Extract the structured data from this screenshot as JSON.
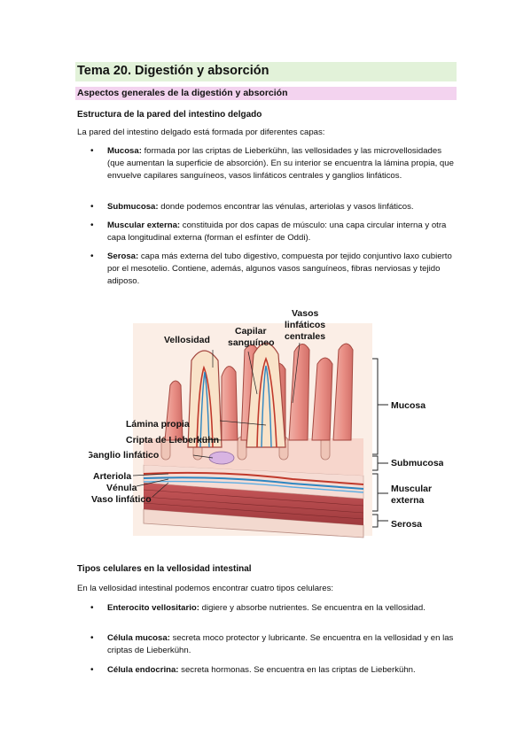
{
  "title": "Tema 20. Digestión y absorción",
  "section": "Aspectos generales de la digestión y absorción",
  "subsection1": "Estructura de la pared del intestino delgado",
  "intro1": "La pared del intestino delgado está formada por diferentes capas:",
  "layers": [
    {
      "term": "Mucosa:",
      "text": " formada por las criptas de Lieberkühn, las vellosidades y las microvellosidades (que aumentan la superficie de absorción). En su interior se encuentra la lámina propia, que envuelve capilares sanguíneos, vasos linfáticos centrales y ganglios linfáticos."
    },
    {
      "term": "Submucosa:",
      "text": " donde podemos encontrar las vénulas, arteriolas y vasos linfáticos."
    },
    {
      "term": "Muscular externa:",
      "text": " constituida por dos capas de músculo: una capa circular interna y otra capa longitudinal externa (forman el esfínter de Oddi)."
    },
    {
      "term": "Serosa:",
      "text": " capa más externa del tubo digestivo, compuesta por tejido conjuntivo laxo cubierto por el mesotelio. Contiene, además, algunos vasos sanguíneos, fibras nerviosas y tejido adiposo."
    }
  ],
  "figure": {
    "label_vellosidad": "Vellosidad",
    "label_capilar_1": "Capilar",
    "label_capilar_2": "sanguíneo",
    "label_vasos_1": "Vasos",
    "label_vasos_2": "linfáticos",
    "label_vasos_3": "centrales",
    "label_lamina": "Lámina propia",
    "label_cripta": "Cripta de Lieberkühn",
    "label_ganglio": "Ganglio linfático",
    "label_arteriola": "Arteriola",
    "label_venula": "Vénula",
    "label_vaso": "Vaso linfático",
    "label_mucosa": "Mucosa",
    "label_submucosa": "Submucosa",
    "label_muscular_1": "Muscular",
    "label_muscular_2": "externa",
    "label_serosa": "Serosa"
  },
  "subsection2": "Tipos celulares en la vellosidad intestinal",
  "intro2": "En la vellosidad intestinal podemos encontrar cuatro tipos celulares:",
  "cells": [
    {
      "term": "Enterocito vellositario:",
      "text": " digiere y absorbe nutrientes. Se encuentra en la vellosidad."
    },
    {
      "term": "Célula mucosa:",
      "text": " secreta moco protector y lubricante. Se encuentra en la vellosidad y en las criptas de Lieberkühn."
    },
    {
      "term": "Célula endocrina:",
      "text": " secreta hormonas. Se encuentra en las criptas de Lieberkühn."
    }
  ],
  "colors": {
    "title_bg": "#e2f2d9",
    "section_bg": "#f3d3ef"
  }
}
